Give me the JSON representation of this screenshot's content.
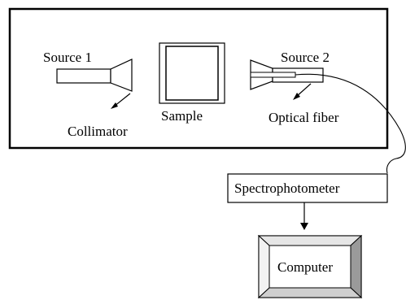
{
  "diagram": {
    "labels": {
      "source1": "Source 1",
      "source2": "Source 2",
      "sample": "Sample",
      "collimator": "Collimator",
      "optical_fiber": "Optical fiber",
      "spectrophotometer": "Spectrophotometer",
      "computer": "Computer"
    },
    "colors": {
      "stroke": "#000000",
      "background": "#ffffff",
      "bevel_dark": "#9a9a9a",
      "bevel_light": "#e6e6e6"
    }
  }
}
